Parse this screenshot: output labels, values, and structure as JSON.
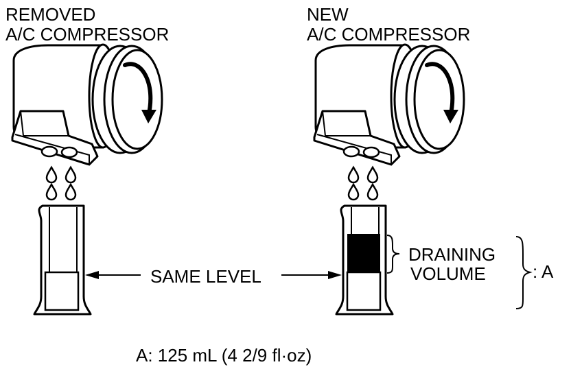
{
  "left_label": {
    "line1": "REMOVED",
    "line2": "A/C COMPRESSOR"
  },
  "right_label": {
    "line1": "NEW",
    "line2": "A/C COMPRESSOR"
  },
  "same_level_label": "SAME LEVEL",
  "draining_label": {
    "line1": "DRAINING",
    "line2": "VOLUME"
  },
  "a_marker": ": A",
  "footnote": "A: 125 mL (4 2/9 fl·oz)",
  "colors": {
    "ink": "#000000",
    "paper": "#ffffff"
  }
}
